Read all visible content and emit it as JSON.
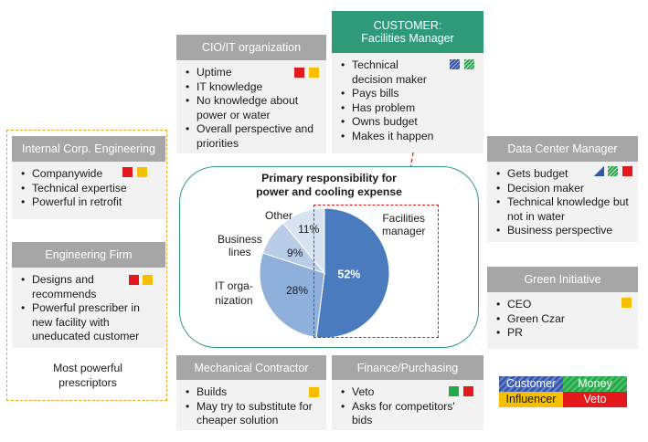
{
  "cio": {
    "title": "CIO/IT organization",
    "items": [
      "Uptime",
      "IT knowledge",
      "No knowledge about power or water",
      "Overall perspective and priorities"
    ]
  },
  "customer": {
    "title_line1": "CUSTOMER:",
    "title_line2": "Facilities Manager",
    "items": [
      "Technical decision maker",
      "Pays bills",
      "Has problem",
      "Owns budget",
      "Makes it happen"
    ]
  },
  "internal_eng": {
    "title": "Internal Corp. Engineering",
    "items": [
      "Companywide",
      "Technical expertise",
      "Powerful in retrofit"
    ]
  },
  "eng_firm": {
    "title": "Engineering Firm",
    "items": [
      "Designs and recommends",
      "Powerful prescriber in new facility with uneducated customer"
    ]
  },
  "most_powerful": "Most powerful prescriptors",
  "dcm": {
    "title": "Data Center Manager",
    "items": [
      "Gets budget",
      "Decision maker",
      "Technical knowledge but not in water",
      "Business perspective"
    ]
  },
  "green": {
    "title": "Green Initiative",
    "items": [
      "CEO",
      "Green Czar",
      "PR"
    ]
  },
  "mech": {
    "title": "Mechanical Contractor",
    "items": [
      "Builds",
      "May try to substitute for cheaper solution"
    ]
  },
  "finance": {
    "title": "Finance/Purchasing",
    "items": [
      "Veto",
      "Asks for competitors' bids"
    ]
  },
  "pie_title_line1": "Primary responsibility for",
  "pie_title_line2": "power and cooling expense",
  "chart_data": {
    "type": "pie",
    "title": "Primary responsibility for power and cooling expense",
    "slices": [
      {
        "label": "Facilities manager",
        "value": 52,
        "value_label": "52%",
        "color": "#4a7bbf"
      },
      {
        "label": "IT organization",
        "value": 28,
        "value_label": "28%",
        "color": "#8eb0da"
      },
      {
        "label": "Business lines",
        "value": 9,
        "value_label": "9%",
        "color": "#b9cde8"
      },
      {
        "label": "Other",
        "value": 11,
        "value_label": "11%",
        "color": "#d8e3f1"
      }
    ],
    "slice_labels": {
      "facilities_l1": "Facilities",
      "facilities_l2": "manager",
      "it_l1": "IT orga-",
      "it_l2": "nization",
      "business_l1": "Business",
      "business_l2": "lines",
      "other": "Other"
    }
  },
  "legend": {
    "customer": "Customer",
    "money": "Money",
    "influencer": "Influencer",
    "veto": "Veto"
  },
  "colors": {
    "red": "#e5191b",
    "yellow": "#f6c000",
    "green": "#22a948",
    "blue": "#3856a8",
    "teal": "#2e9a78",
    "gray": "#a6a6a6"
  }
}
